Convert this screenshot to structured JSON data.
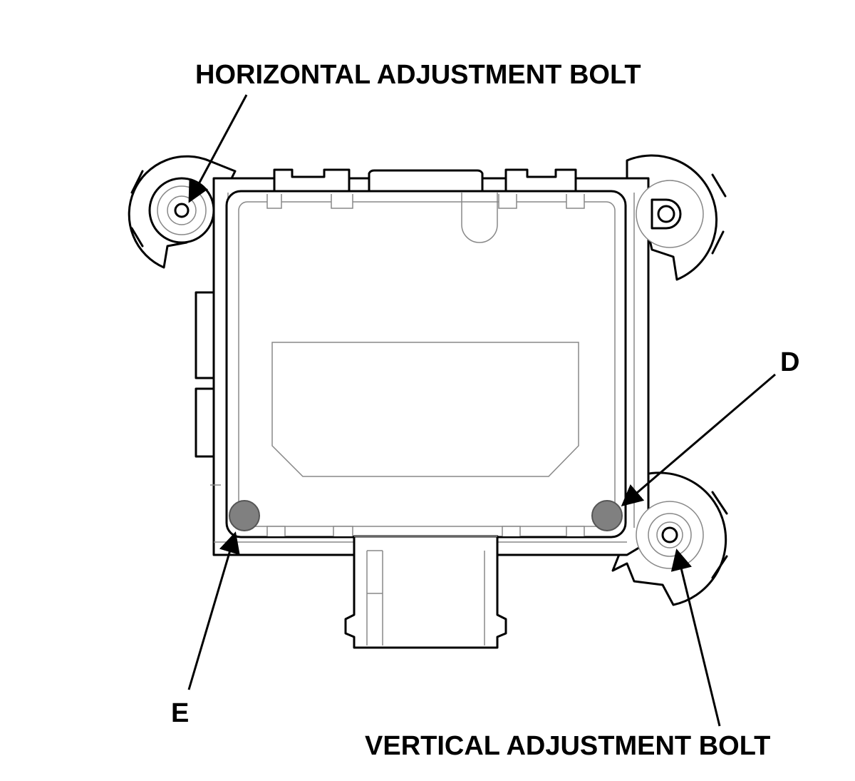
{
  "labels": {
    "horizontal_bolt": "HORIZONTAL ADJUSTMENT BOLT",
    "vertical_bolt": "VERTICAL ADJUSTMENT BOLT",
    "point_d": "D",
    "point_e": "E"
  },
  "colors": {
    "line": "#000000",
    "detail_line": "#888888",
    "marker_fill": "#808080",
    "background": "#ffffff"
  }
}
